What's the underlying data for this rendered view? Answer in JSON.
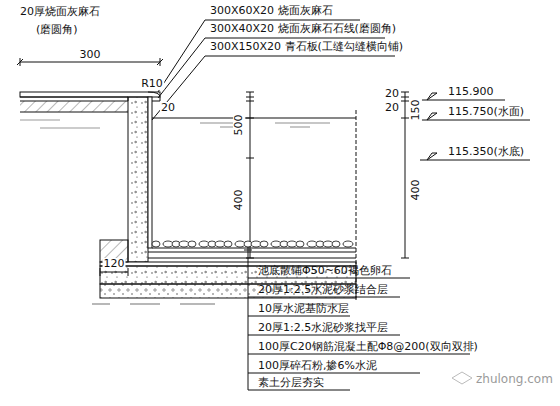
{
  "diagram": {
    "labels": [
      "20厚烧面灰麻石",
      "(磨圆角)",
      "300",
      "R10",
      "20",
      "300X60X20 烧面灰麻石",
      "300X40X20 烧面灰麻石石线(磨圆角)",
      "300X150X20 青石板(工缝勾缝横向铺)",
      "115.900",
      "115.750(水面)",
      "115.350(水底)",
      "20",
      "20",
      "150",
      "500",
      "400",
      "400",
      "120",
      "池底散铺Φ50~60褐色卵石",
      "20厚1:2.5水泥砂浆结合层",
      "10厚水泥基防水层",
      "20厚1:2.5水泥砂浆找平层",
      "100厚C20钢筋混凝土配Φ8@200(双向双排)",
      "100厚碎石粉,掺6%水泥",
      "素土分层夯实",
      "zhulong.com"
    ]
  }
}
